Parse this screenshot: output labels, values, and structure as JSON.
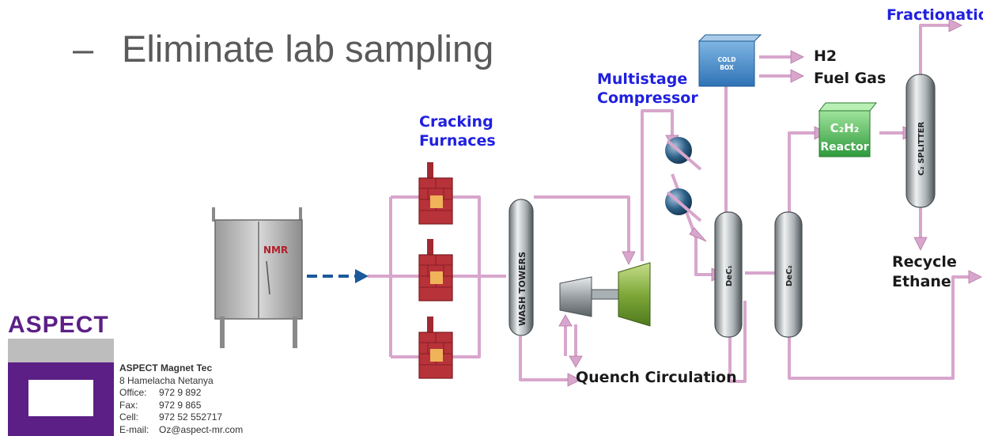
{
  "slide": {
    "bullet_dash": "–",
    "bullet_text": "Eliminate lab sampling"
  },
  "diagram": {
    "labels": {
      "fractionation": "Fractionation",
      "h2": "H2",
      "fuel_gas": "Fuel Gas",
      "multistage": "Multistage",
      "compressor": "Compressor",
      "cracking": "Cracking",
      "furnaces": "Furnaces",
      "recycle": "Recycle",
      "ethane": "Ethane",
      "quench": "Quench Circulation"
    },
    "equipment": {
      "nmr": "NMR",
      "cold_box_line1": "COLD",
      "cold_box_line2": "BOX",
      "reactor_formula": "C₂H₂",
      "reactor_label": "Reactor",
      "wash_towers": "WASH TOWERS",
      "splitter": "C₂ SPLITTER",
      "dec1": "DeC₁",
      "dec2": "DeC₂"
    },
    "colors": {
      "pipe": "#d8a6cc",
      "pipe_edge": "#b678a6",
      "label_blue": "#2020e0",
      "arrow_blue": "#1a5a9a",
      "brick": "#b8323a",
      "reactor_green": "#4caf50",
      "cold_box_blue": "#3d86c6"
    }
  },
  "logo": {
    "brand": "ASPECT",
    "brand_color": "#5b1f86"
  },
  "contact": {
    "company": "ASPECT Magnet Tec",
    "address": "8 Hamelacha Netanya",
    "office_label": "Office:",
    "office_value": "972 9 892",
    "fax_label": "Fax:",
    "fax_value": "972 9 865",
    "cell_label": "Cell:",
    "cell_value": "972 52 552717",
    "email_label": "E-mail:",
    "email_value": "Oz@aspect-mr.com"
  }
}
